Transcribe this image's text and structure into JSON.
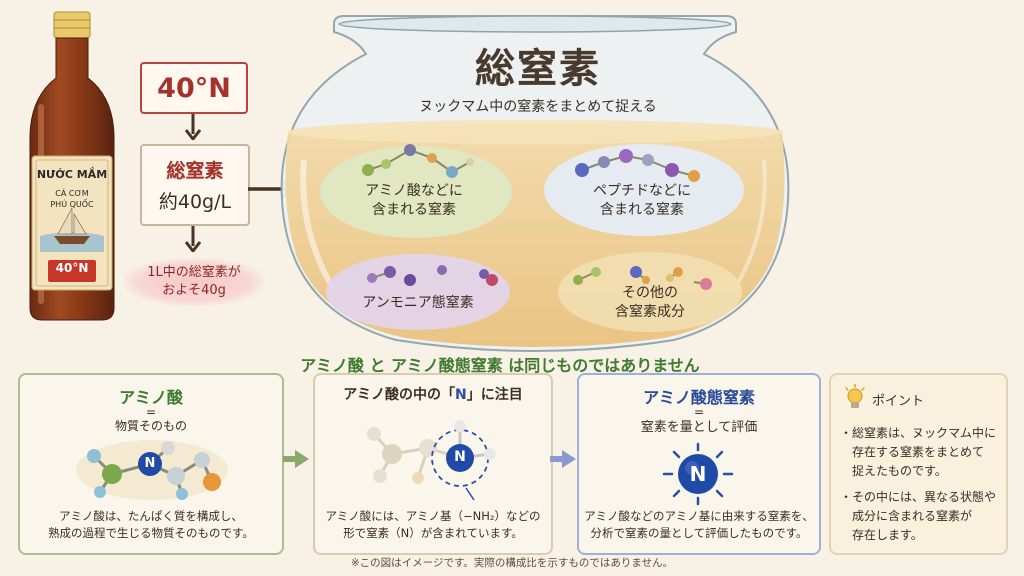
{
  "bottle": {
    "brand": "NƯỚC MẮM",
    "sub1": "CÁ CƠM",
    "sub2": "PHÚ QUỐC",
    "badge": "40°N"
  },
  "flow": {
    "top": "40°N",
    "total_label": "総窒素",
    "total_value": "約40g/L",
    "note_line1": "1L中の総窒素が",
    "note_line2": "およそ40g"
  },
  "jar": {
    "title": "総窒素",
    "subtitle": "ヌックマム中の窒素をまとめて捉える",
    "clouds": {
      "amino_l1": "アミノ酸などに",
      "amino_l2": "含まれる窒素",
      "peptide_l1": "ペプチドなどに",
      "peptide_l2": "含まれる窒素",
      "ammonia": "アンモニア態窒素",
      "other_l1": "その他の",
      "other_l2": "含窒素成分"
    }
  },
  "banner": "アミノ酸 と アミノ酸態窒素 は同じものではありません",
  "panel1": {
    "title": "アミノ酸",
    "eq": "=",
    "sub": "物質そのもの",
    "desc1": "アミノ酸は、たんぱく質を構成し、",
    "desc2": "熟成の過程で生じる物質そのものです。"
  },
  "panel2": {
    "title_pre": "アミノ酸の中の「",
    "title_n": "N",
    "title_post": "」に注目",
    "desc1": "アミノ酸には、アミノ基（−NH₂）などの",
    "desc2": "形で窒素（N）が含まれています。"
  },
  "panel3": {
    "title": "アミノ酸態窒素",
    "eq": "=",
    "sub": "窒素を量として評価",
    "desc1": "アミノ酸などのアミノ基に由来する窒素を、",
    "desc2": "分析で窒素の量として評価したものです。"
  },
  "panel4": {
    "title": "ポイント",
    "items": [
      [
        "総窒素は、ヌックマム中に",
        "存在する窒素をまとめて",
        "捉えたものです。"
      ],
      [
        "その中には、異なる状態や",
        "成分に含まれる窒素が",
        "存在します。"
      ]
    ]
  },
  "atom_label": "N",
  "footnote": "※この図はイメージです。実際の構成比を示すものではありません。",
  "colors": {
    "red": "#a3322a",
    "green": "#3f7a2e",
    "blue": "#2a4a9a",
    "nitrogen": "#2a4fa8"
  }
}
